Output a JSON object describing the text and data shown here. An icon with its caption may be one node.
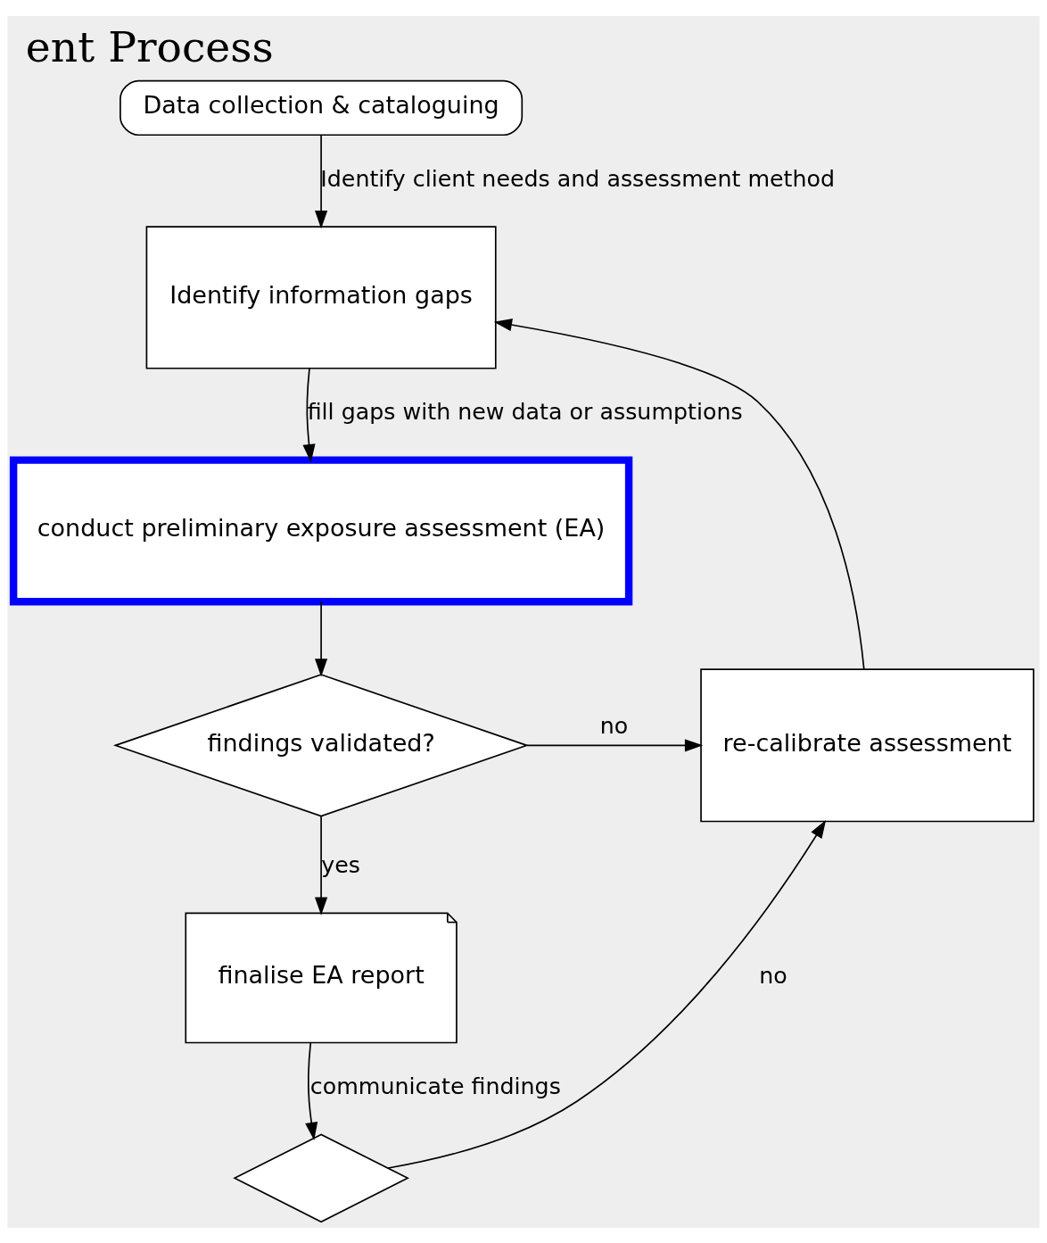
{
  "diagram": {
    "title": "ent Process",
    "nodes": [
      {
        "text": [
          "Data collection & cataloguing"
        ]
      },
      {
        "text": [
          "Identify information gaps"
        ]
      },
      {
        "text": [
          "conduct preliminary exposure assessment (EA)"
        ]
      },
      {
        "text": [
          "findings validated?"
        ]
      },
      {
        "text": [
          "re-calibrate assessment"
        ]
      },
      {
        "text": [
          "finalise EA report"
        ]
      },
      {
        "text": [],
        "shape": "diamond"
      }
    ],
    "edges": [
      {
        "from": 0,
        "to": 1,
        "arrow": "to",
        "label": "Identify client needs and assessment method"
      },
      {
        "from": 1,
        "to": 2,
        "arrow": "to",
        "label": "fill gaps with new data or assumptions"
      },
      {
        "from": 2,
        "to": 3,
        "arrow": "to"
      },
      {
        "from": 3,
        "to": 4,
        "arrow": "to",
        "label": "no"
      },
      {
        "from": 4,
        "to": 1,
        "arrow": "to"
      },
      {
        "from": 3,
        "to": 5,
        "arrow": "to",
        "label": "yes"
      },
      {
        "from": 5,
        "to": 6,
        "arrow": "to",
        "label": "communicate findings"
      },
      {
        "from": 6,
        "to": 4,
        "arrow": "to",
        "label": "no"
      }
    ]
  }
}
